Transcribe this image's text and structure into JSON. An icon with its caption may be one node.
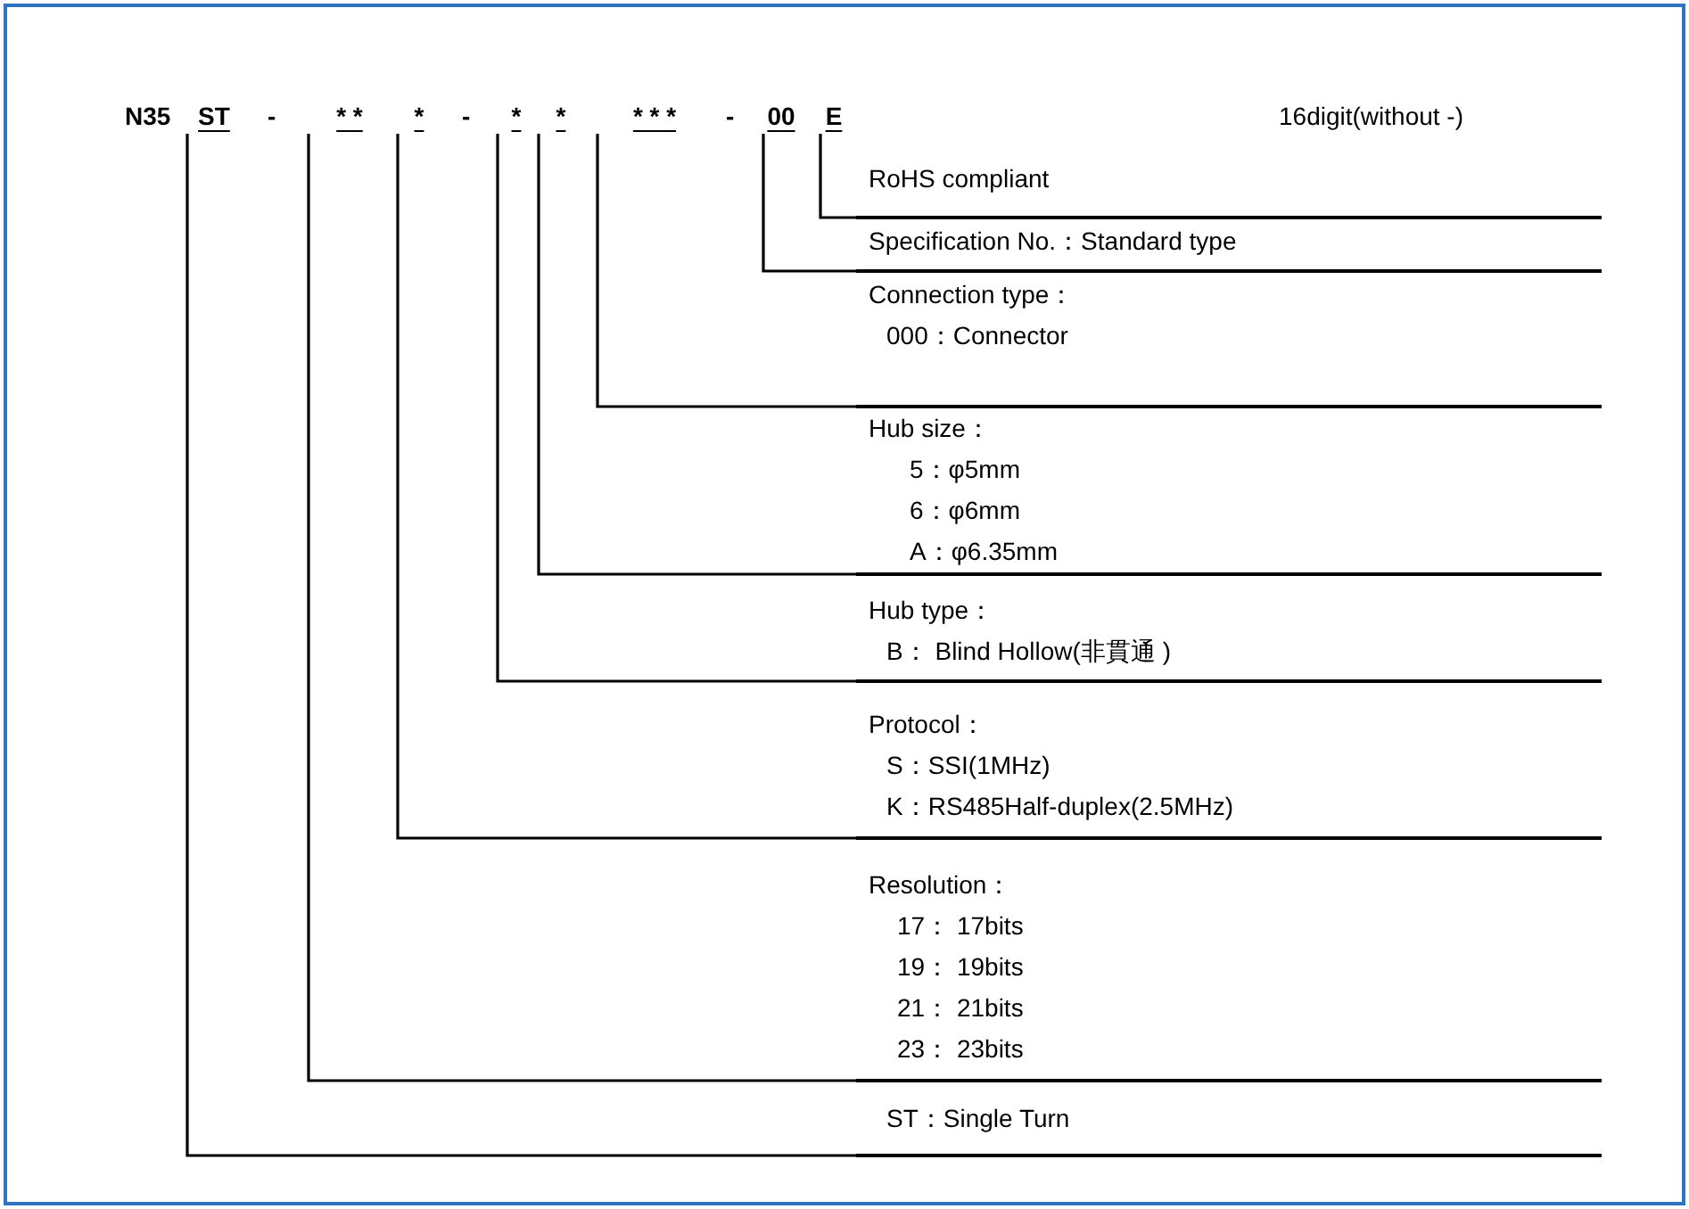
{
  "diagram": {
    "nodes": [
      {
        "text": [
          "ST"
        ]
      },
      {
        "text": [
          "* *"
        ]
      },
      {
        "text": [
          "*"
        ]
      },
      {
        "text": [
          "*"
        ]
      },
      {
        "text": [
          "*"
        ]
      },
      {
        "text": [
          "* * *"
        ]
      },
      {
        "text": [
          "00"
        ]
      },
      {
        "text": [
          "E"
        ]
      },
      {
        "text": [
          "RoHS compliant"
        ]
      },
      {
        "text": [
          "Specification No.：Standard type"
        ]
      },
      {
        "text": [
          "Connection type：",
          "000：Connector"
        ]
      },
      {
        "text": [
          "Hub size：",
          "5：φ5mm",
          "6：φ6mm",
          "A：φ6.35mm"
        ]
      },
      {
        "text": [
          "Hub type：",
          "B： Blind Hollow(非貫通 )"
        ]
      },
      {
        "text": [
          "Protocol：",
          "S：SSI(1MHz)",
          "K：RS485Half-duplex(2.5MHz)"
        ]
      },
      {
        "text": [
          "Resolution：",
          "17： 17bits",
          "19： 19bits",
          "21： 21bits",
          "23： 23bits"
        ]
      },
      {
        "text": [
          "ST：Single Turn"
        ]
      }
    ],
    "edges": [
      {
        "from": 7,
        "to": 8,
        "arrow": "none"
      },
      {
        "from": 6,
        "to": 9,
        "arrow": "none"
      },
      {
        "from": 5,
        "to": 10,
        "arrow": "none"
      },
      {
        "from": 4,
        "to": 11,
        "arrow": "none"
      },
      {
        "from": 3,
        "to": 12,
        "arrow": "none"
      },
      {
        "from": 2,
        "to": 13,
        "arrow": "none"
      },
      {
        "from": 1,
        "to": 14,
        "arrow": "none"
      },
      {
        "from": 0,
        "to": 15,
        "arrow": "none"
      }
    ],
    "labels": [
      "N35",
      "-",
      "-",
      "-",
      "16digit(without -)"
    ]
  }
}
